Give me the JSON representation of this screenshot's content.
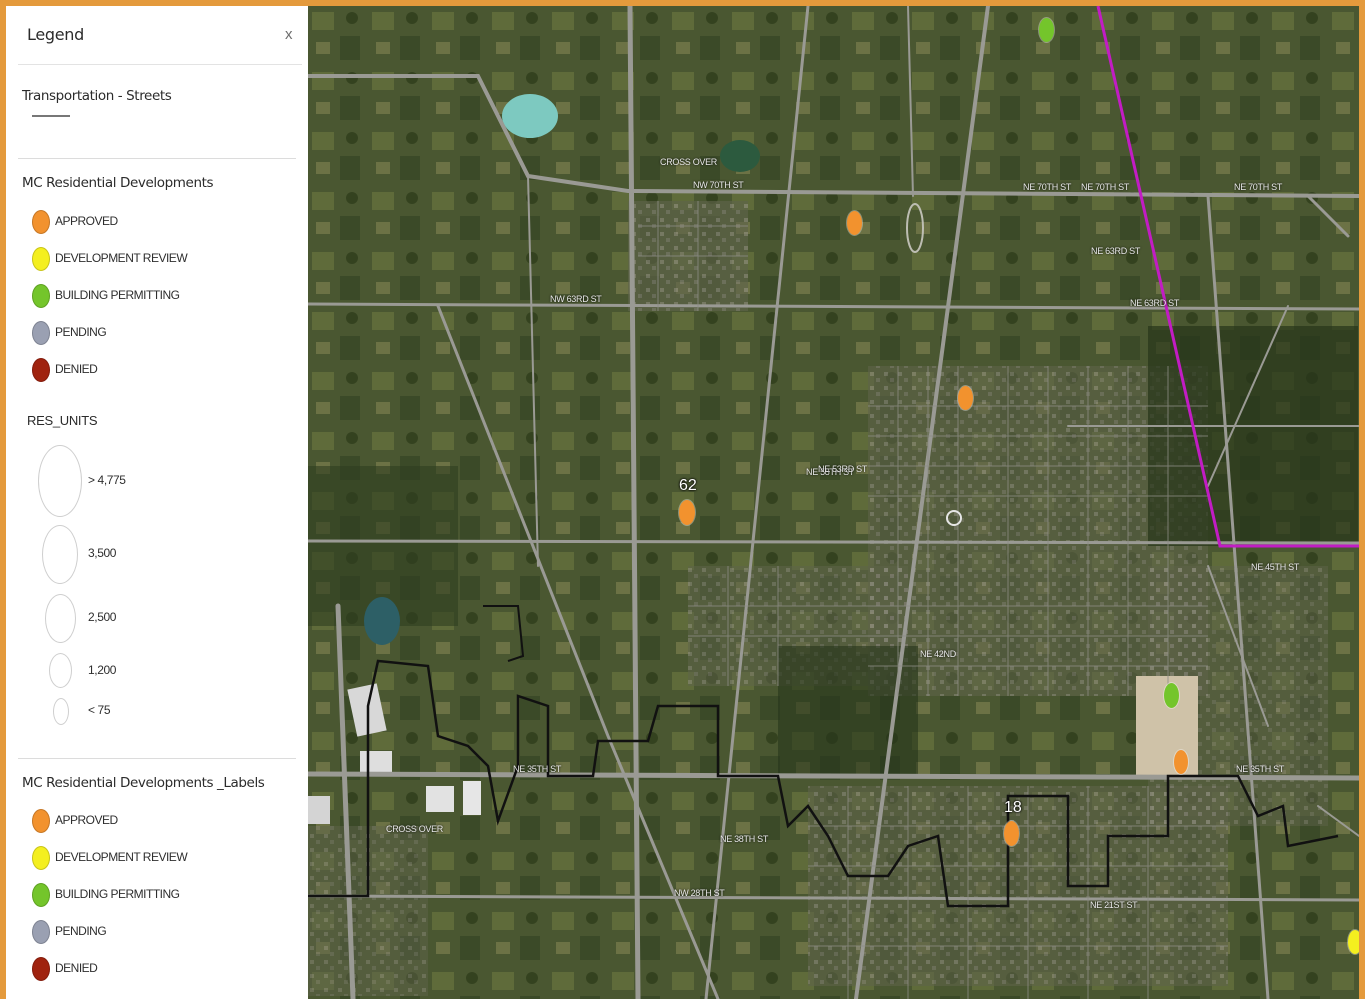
{
  "legend": {
    "title": "Legend",
    "close_label": "x",
    "sections": {
      "streets": {
        "title": "Transportation - Streets"
      },
      "developments": {
        "title": "MC Residential Developments",
        "categories": [
          {
            "label": "APPROVED",
            "color": "#f2922e"
          },
          {
            "label": "DEVELOPMENT REVIEW",
            "color": "#f4ef1f"
          },
          {
            "label": "BUILDING PERMITTING",
            "color": "#74c52b"
          },
          {
            "label": "PENDING",
            "color": "#9aa0b2"
          },
          {
            "label": "DENIED",
            "color": "#a0230f"
          }
        ]
      },
      "res_units": {
        "title": "RES_UNITS",
        "sizes": [
          {
            "label": "> 4,775"
          },
          {
            "label": "3,500"
          },
          {
            "label": "2,500"
          },
          {
            "label": "1,200"
          },
          {
            "label": "< 75"
          }
        ]
      },
      "labels": {
        "title": "MC Residential Developments _Labels",
        "categories": [
          {
            "label": "APPROVED",
            "color": "#f2922e"
          },
          {
            "label": "DEVELOPMENT REVIEW",
            "color": "#f4ef1f"
          },
          {
            "label": "BUILDING PERMITTING",
            "color": "#74c52b"
          },
          {
            "label": "PENDING",
            "color": "#9aa0b2"
          },
          {
            "label": "DENIED",
            "color": "#a0230f"
          }
        ]
      }
    }
  },
  "map": {
    "labels": [
      "62",
      "18"
    ],
    "markers": [
      {
        "status": "BUILDING PERMITTING",
        "color": "#74c52b"
      },
      {
        "status": "APPROVED",
        "color": "#f2922e"
      },
      {
        "status": "APPROVED",
        "color": "#f2922e"
      },
      {
        "status": "APPROVED",
        "color": "#f2922e"
      },
      {
        "status": "BUILDING PERMITTING",
        "color": "#74c52b"
      },
      {
        "status": "APPROVED",
        "color": "#f2922e"
      },
      {
        "status": "APPROVED",
        "color": "#f2922e"
      },
      {
        "status": "DEVELOPMENT REVIEW",
        "color": "#f4ef1f"
      }
    ],
    "street_labels": [
      "NW 70TH ST",
      "NE 70TH ST",
      "NE 70TH ST",
      "NE 70TH ST",
      "NE 63RD ST",
      "NE 63RD ST",
      "NW 63RD ST",
      "NE 58TH ST",
      "NE 53RD ST",
      "NE 45TH ST",
      "NE 42ND",
      "NE 38TH ST",
      "NE 35TH ST",
      "NW 28TH ST",
      "NE 21ST ST",
      "CROSS OVER",
      "CROSS OVER",
      "NE 35TH ST"
    ],
    "boundary_color": "#c21cc4"
  }
}
